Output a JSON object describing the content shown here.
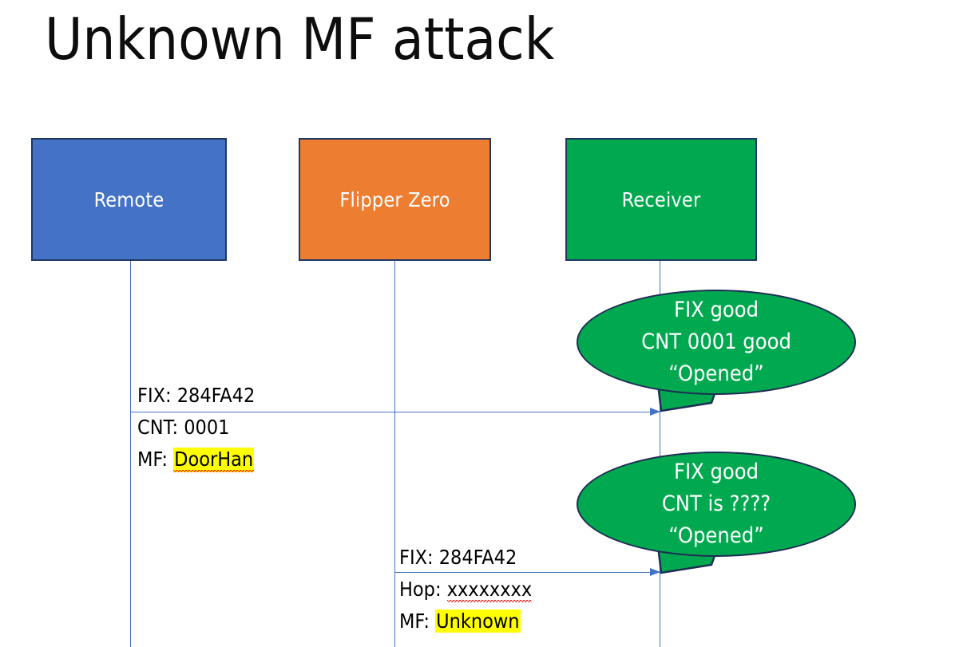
{
  "slide": {
    "title": "Unknown MF attack",
    "background": "#ffffff"
  },
  "colors": {
    "remote_fill": "#4472C4",
    "flipper_fill": "#ED7D31",
    "receiver_fill": "#00A94F",
    "box_border": "#1F3864",
    "lifeline": "#4472C4",
    "arrow": "#4472C4",
    "bubble_fill": "#00A94F",
    "bubble_border": "#1F2D54",
    "highlight": "#FFFF00",
    "spellcheck_underline": "#FF0000",
    "text_dark": "#000000",
    "text_light": "#FFFFFF"
  },
  "actors": [
    {
      "id": "remote",
      "label": "Remote"
    },
    {
      "id": "flipper",
      "label": "Flipper Zero"
    },
    {
      "id": "receiver",
      "label": "Receiver"
    }
  ],
  "messages": [
    {
      "id": "msg-1",
      "from": "remote",
      "to": "receiver",
      "lines": [
        {
          "prefix": "FIX: ",
          "value": "284FA42",
          "highlight": false,
          "squiggle": false
        },
        {
          "prefix": "CNT: ",
          "value": "0001",
          "highlight": false,
          "squiggle": false
        },
        {
          "prefix": "MF: ",
          "value": "DoorHan",
          "highlight": true,
          "squiggle": true
        }
      ]
    },
    {
      "id": "msg-2",
      "from": "flipper",
      "to": "receiver",
      "lines": [
        {
          "prefix": "FIX: ",
          "value": "284FA42",
          "highlight": false,
          "squiggle": false
        },
        {
          "prefix": "Hop: ",
          "value": "xxxxxxxx",
          "highlight": false,
          "squiggle": true
        },
        {
          "prefix": "MF: ",
          "value": "Unknown",
          "highlight": true,
          "squiggle": false
        }
      ]
    }
  ],
  "bubbles": [
    {
      "id": "bubble-1",
      "for_message": "msg-1",
      "lines": [
        "FIX good",
        "CNT 0001 good",
        "“Opened”"
      ]
    },
    {
      "id": "bubble-2",
      "for_message": "msg-2",
      "lines": [
        "FIX good",
        "CNT is ????",
        "“Opened”"
      ]
    }
  ]
}
